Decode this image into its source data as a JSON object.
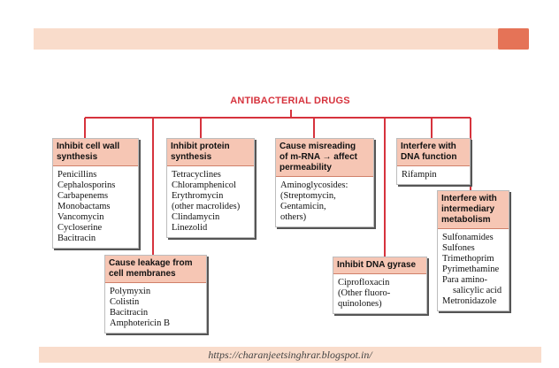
{
  "diagram": {
    "title": "ANTIBACTERIAL DRUGS",
    "groups": [
      {
        "header": "Inhibit cell wall\nsynthesis",
        "items": [
          "Penicillins",
          "Cephalosporins",
          "Carbapenems",
          "Monobactams",
          "Vancomycin",
          "Cycloserine",
          "Bacitracin"
        ]
      },
      {
        "header": "Cause leakage from\ncell membranes",
        "items": [
          "Polymyxin",
          "Colistin",
          "Bacitracin",
          "Amphotericin B"
        ]
      },
      {
        "header": "Inhibit protein\nsynthesis",
        "items": [
          "Tetracyclines",
          "Chloramphenicol",
          "Erythromycin",
          "(other macrolides)",
          "Clindamycin",
          "Linezolid"
        ]
      },
      {
        "header": "Cause misreading\nof m-RNA → affect\npermeability",
        "items": [
          "Aminoglycosides:",
          "(Streptomycin,",
          "Gentamicin,",
          "others)"
        ]
      },
      {
        "header": "Inhibit DNA gyrase",
        "items": [
          "Ciprofloxacin",
          "(Other fluoro-",
          "quinolones)"
        ]
      },
      {
        "header": "Interfere with\nDNA function",
        "items": [
          "Rifampin"
        ]
      },
      {
        "header": "Interfere with\nintermediary\nmetabolism",
        "items": [
          "Sulfonamides",
          "Sulfones",
          "Trimethoprim",
          "Pyrimethamine",
          "Para amino-",
          "salicylic acid",
          "Metronidazole"
        ]
      }
    ]
  },
  "footer": {
    "url": "https://charanjeetsinghrar.blogspot.in/"
  },
  "colors": {
    "connector": "#d6333d",
    "header_fill": "#f6c6b4",
    "band": "#f9dccb",
    "accent": "#e57357"
  }
}
